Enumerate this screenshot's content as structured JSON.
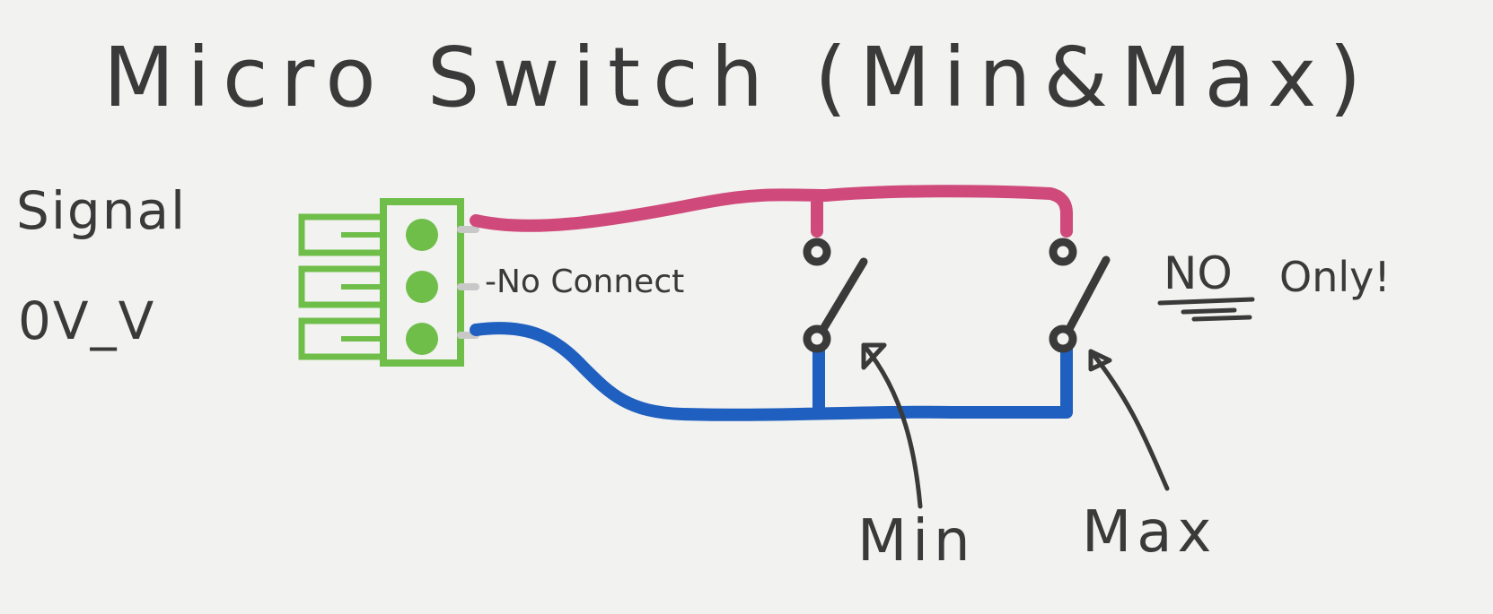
{
  "title": "Micro Switch (Min&Max)",
  "connector": {
    "labels": [
      "Signal",
      "0V_V"
    ],
    "no_connect_label": "-No Connect"
  },
  "switches": [
    {
      "label": "Min"
    },
    {
      "label": "Max"
    }
  ],
  "note": {
    "no": "NO",
    "only": "Only!"
  },
  "colors": {
    "signal_wire": "#cf4a7b",
    "ground_wire": "#1f5fbf",
    "connector": "#6fbe4a",
    "ink": "#3a3a3a",
    "background": "#f2f2f0"
  }
}
